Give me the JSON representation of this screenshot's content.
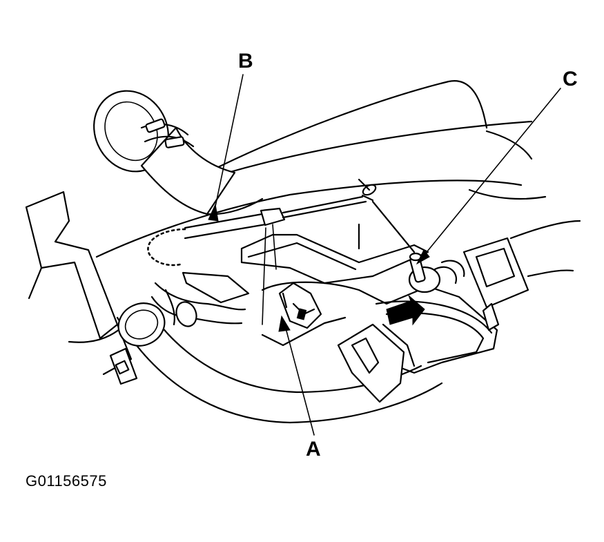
{
  "callouts": {
    "a": "A",
    "b": "B",
    "c": "C"
  },
  "figure_id": "G01156575",
  "colors": {
    "ink": "#000000",
    "paper": "#ffffff"
  }
}
